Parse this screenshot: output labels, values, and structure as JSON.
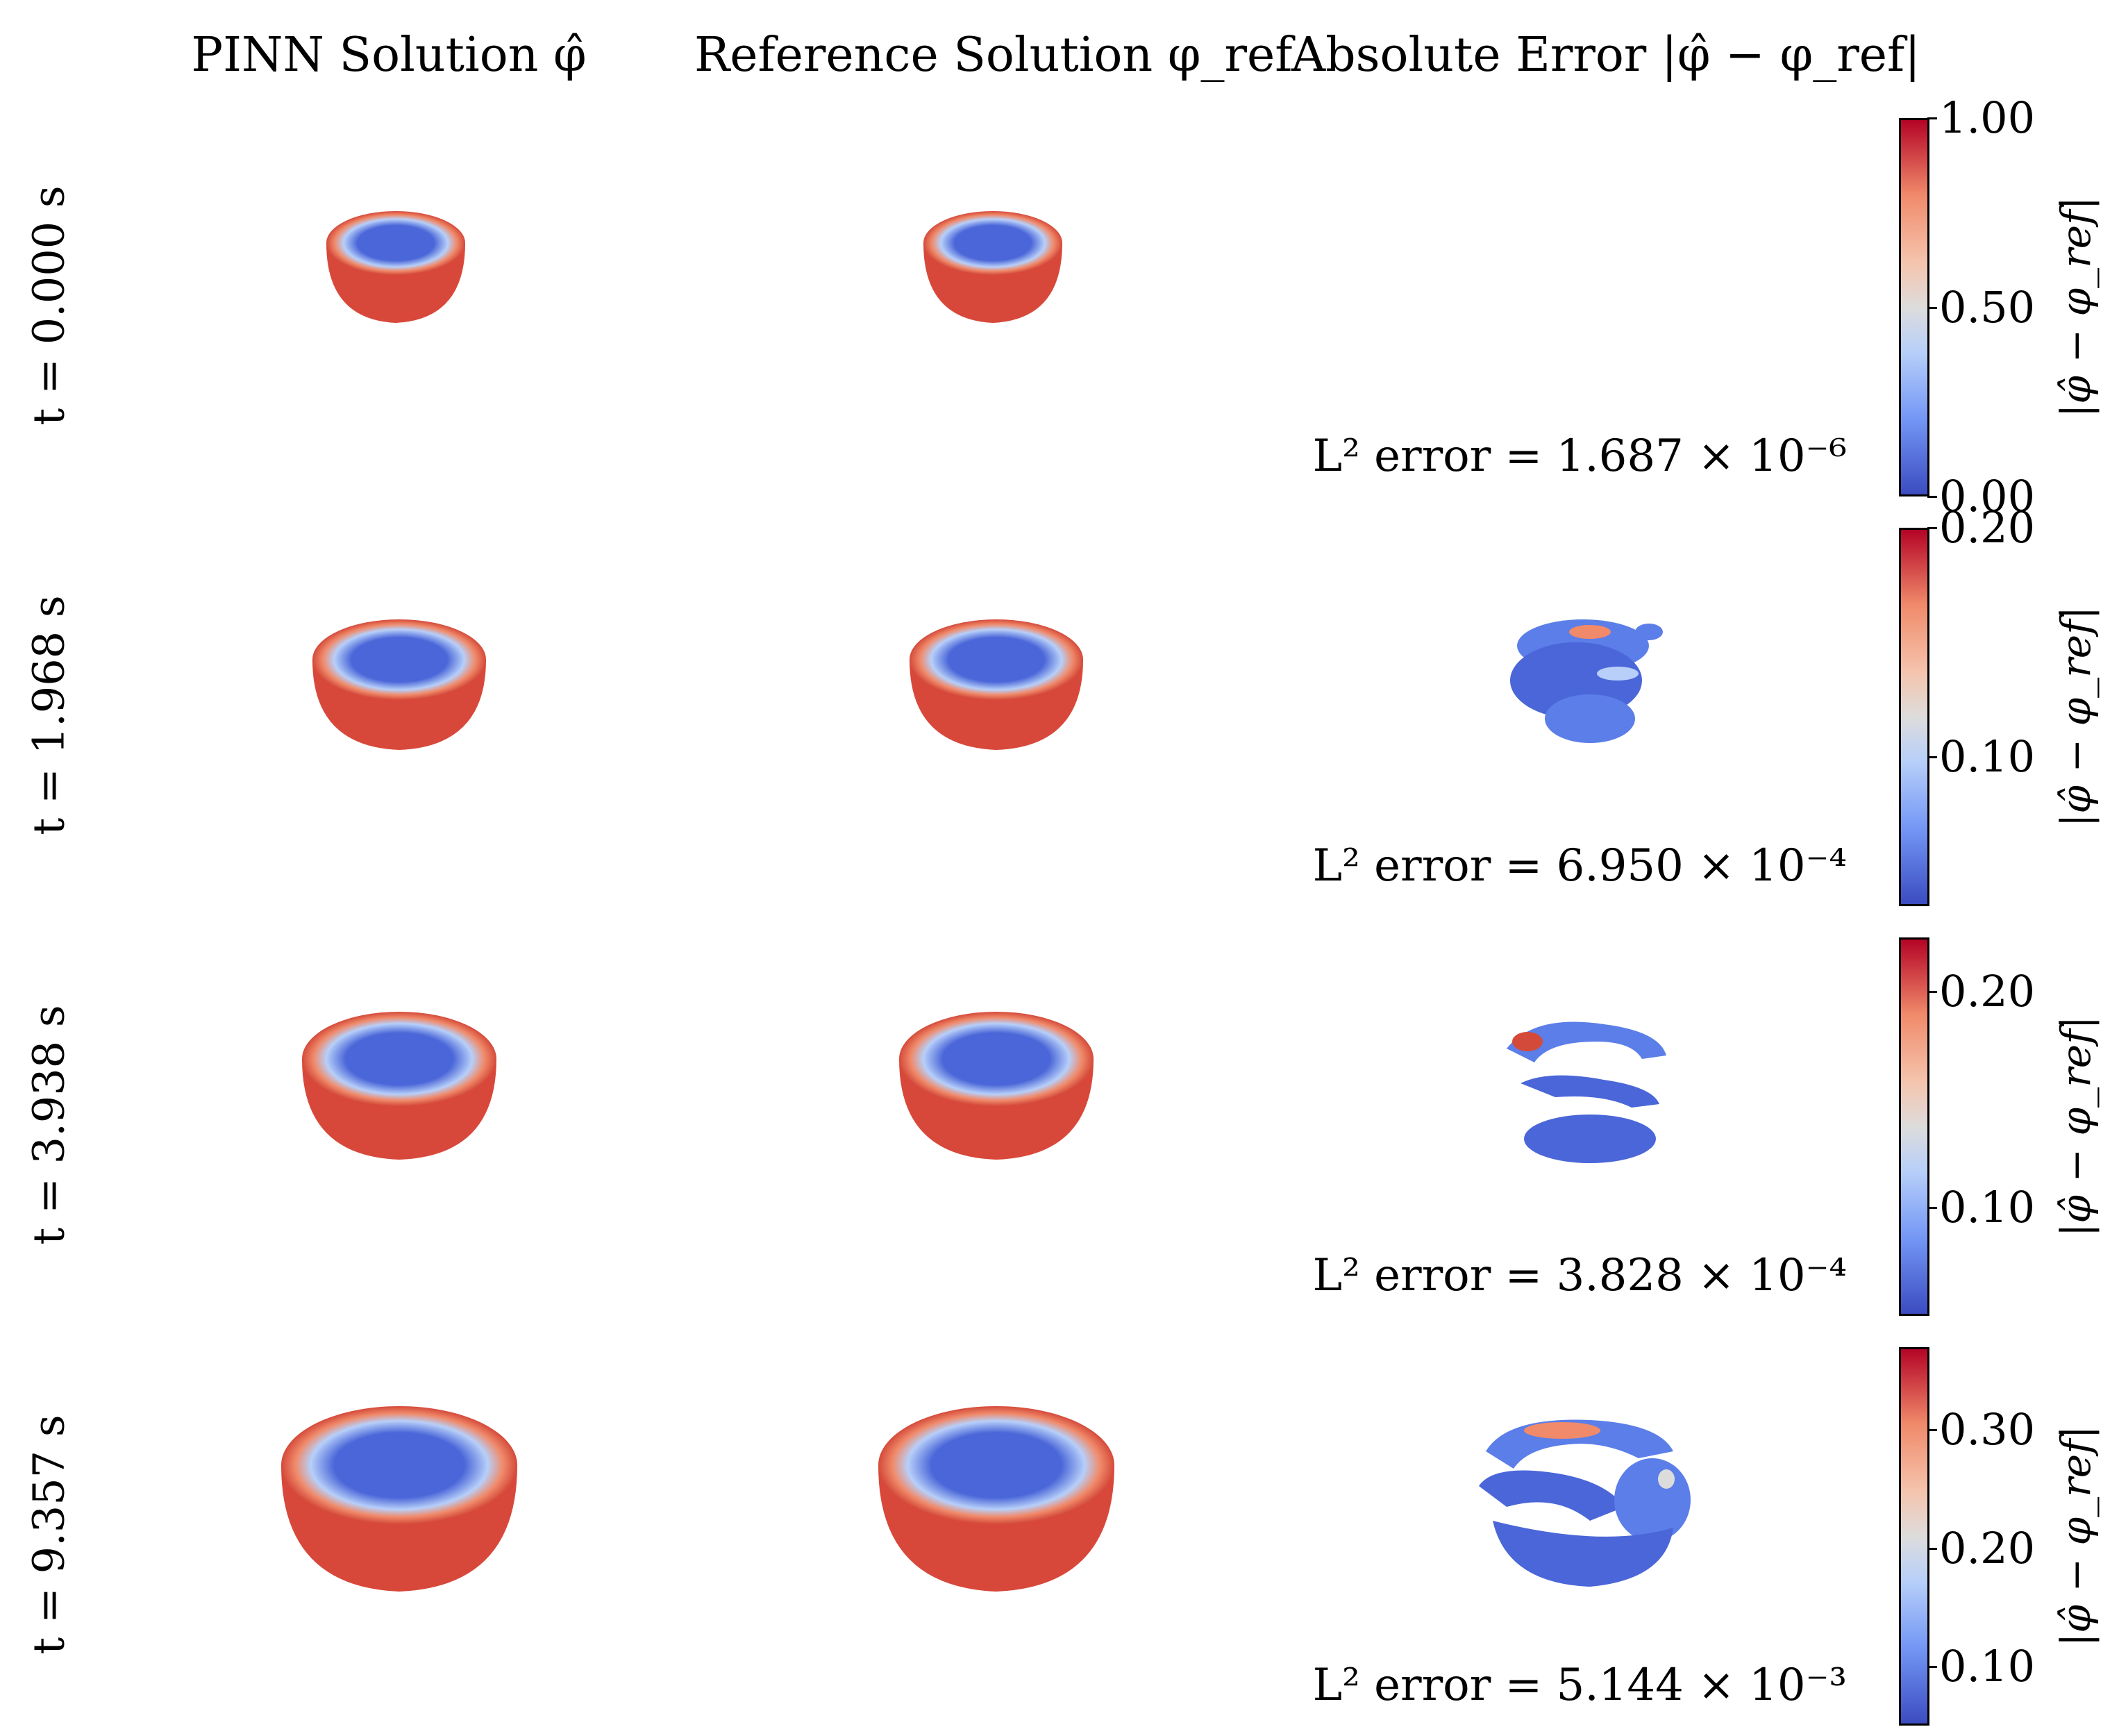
{
  "columns": [
    {
      "title": "PINN Solution φ̂"
    },
    {
      "title": "Reference Solution φ_ref"
    },
    {
      "title": "Absolute Error |φ̂ − φ_ref|"
    }
  ],
  "rows": [
    {
      "time_label": "t = 0.000 s",
      "l2_text": "L² error = 1.687 × 10⁻⁶",
      "colorbar": {
        "label": "|φ̂ − φ_ref|",
        "min": 0.0,
        "max": 1.0,
        "ticks": [
          "1.00",
          "0.50",
          "0.00"
        ],
        "tick_values": [
          1.0,
          0.5,
          0.0
        ]
      }
    },
    {
      "time_label": "t = 1.968 s",
      "l2_text": "L² error = 6.950 × 10⁻⁴",
      "colorbar": {
        "label": "|φ̂ − φ_ref|",
        "min": 0.035,
        "max": 0.2,
        "ticks": [
          "0.20",
          "0.10"
        ],
        "tick_values": [
          0.2,
          0.1
        ]
      }
    },
    {
      "time_label": "t = 3.938 s",
      "l2_text": "L² error = 3.828 × 10⁻⁴",
      "colorbar": {
        "label": "|φ̂ − φ_ref|",
        "min": 0.05,
        "max": 0.225,
        "ticks": [
          "0.20",
          "0.10"
        ],
        "tick_values": [
          0.2,
          0.1
        ]
      }
    },
    {
      "time_label": "t = 9.357 s",
      "l2_text": "L² error = 5.144 × 10⁻³",
      "colorbar": {
        "label": "|φ̂ − φ_ref|",
        "min": 0.05,
        "max": 0.37,
        "ticks": [
          "0.30",
          "0.20",
          "0.10"
        ],
        "tick_values": [
          0.3,
          0.2,
          0.1
        ]
      }
    }
  ],
  "colors": {
    "cold": "#3b4cc0",
    "mid": "#dddcdc",
    "hot": "#b40426",
    "surface": "#d8483a"
  }
}
